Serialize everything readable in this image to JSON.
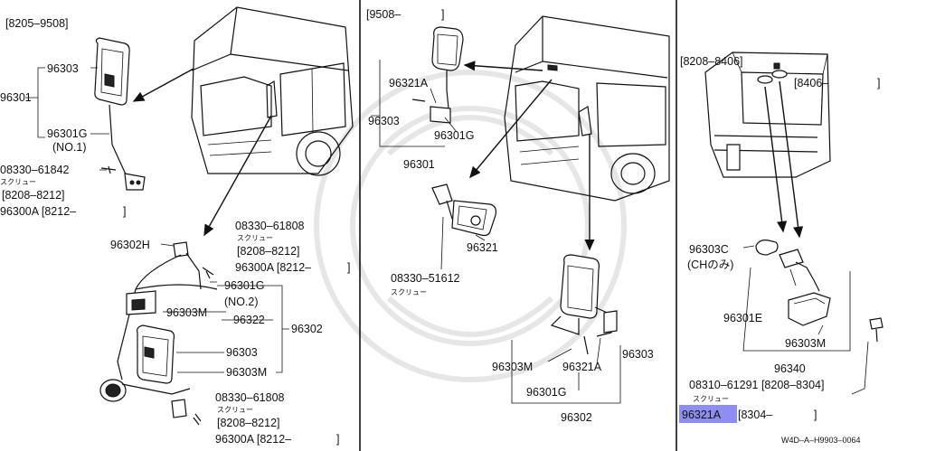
{
  "panel1": {
    "date_range_top": "[8205–9508]",
    "p96303": "96303",
    "p96301": "96301",
    "p96301G": "96301G",
    "no1": "(NO.1)",
    "screw_a": "08330–61842",
    "screw_kana": "スクリュー",
    "range_a": "[8208–8212]",
    "p96300A_a": "96300A [8212–",
    "bracket_close_a": "]",
    "p96302H": "96302H",
    "screw_b": "08330–61808",
    "range_b": "[8208–8212]",
    "p96300A_b": "96300A [8212–",
    "bracket_close_b": "]",
    "p96301G_b": "96301G",
    "no2": "(NO.2)",
    "p96303M_a": "96303M",
    "p96322": "96322",
    "p96302": "96302",
    "p96303_b": "96303",
    "p96303M_b": "96303M",
    "screw_c": "08330–61808",
    "range_c": "[8208–8212]",
    "p96300A_c": "96300A [8212–",
    "bracket_close_c": "]"
  },
  "panel2": {
    "date_range_top": "[9508–",
    "bracket_close": "]",
    "p96321A": "96321A",
    "p96303": "96303",
    "p96301G": "96301G",
    "p96301": "96301",
    "p96321": "96321",
    "screw": "08330–51612",
    "screw_kana": "スクリュー",
    "p96303M": "96303M",
    "p96321A_b": "96321A",
    "p96303_b": "96303",
    "p96301G_b": "96301G",
    "p96302": "96302"
  },
  "panel3": {
    "range_a": "[8208–8406]",
    "range_b": "[8406–",
    "bracket_close_b": "]",
    "p96303C": "96303C",
    "ch_only": "(CHのみ)",
    "p96301E": "96301E",
    "p96303M": "96303M",
    "p96340": "96340",
    "screw": "08310–61291 [8208–8304]",
    "screw_kana": "スクリュー",
    "highlight_part": "96321A",
    "highlight_range": "[8304–",
    "bracket_close_h": "]",
    "footer_code": "W4D–A–H9903–0064"
  }
}
